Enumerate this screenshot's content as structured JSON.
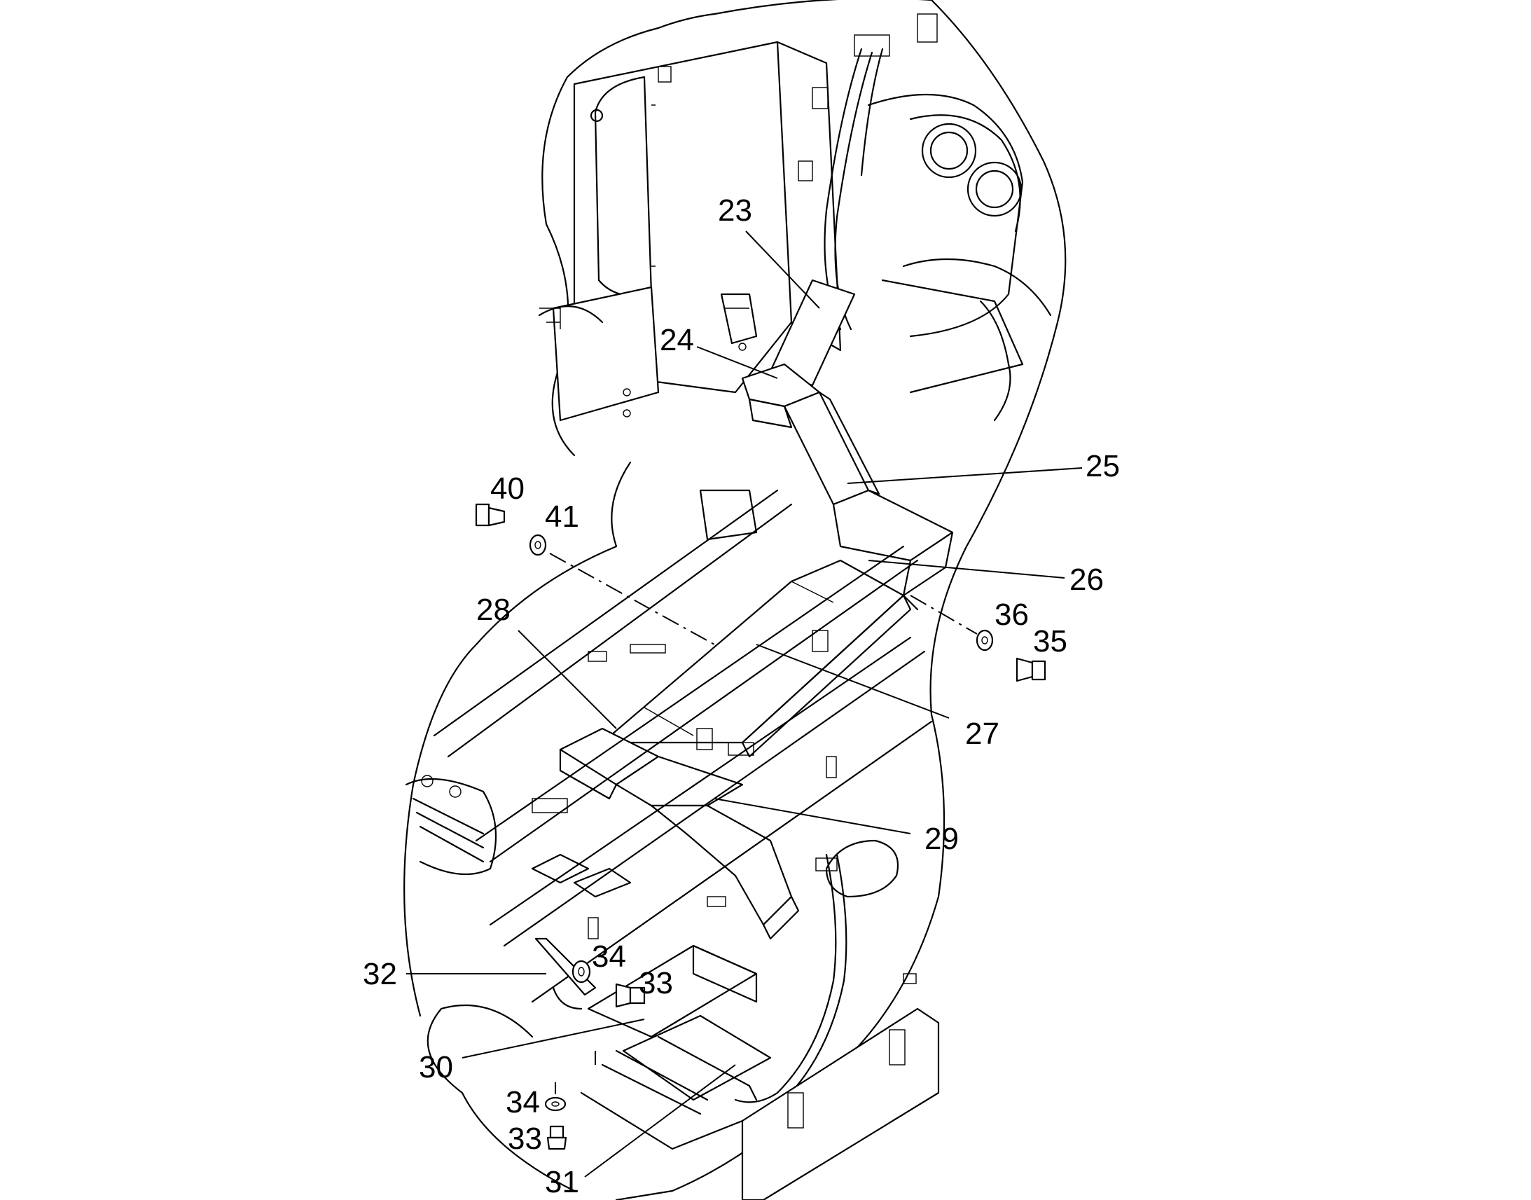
{
  "callouts": {
    "c23": "23",
    "c24": "24",
    "c25": "25",
    "c26": "26",
    "c27": "27",
    "c28": "28",
    "c29": "29",
    "c30": "30",
    "c31": "31",
    "c32": "32",
    "c33a": "33",
    "c34a": "34",
    "c33b": "33",
    "c34b": "34",
    "c35": "35",
    "c36": "36",
    "c40": "40",
    "c41": "41"
  }
}
